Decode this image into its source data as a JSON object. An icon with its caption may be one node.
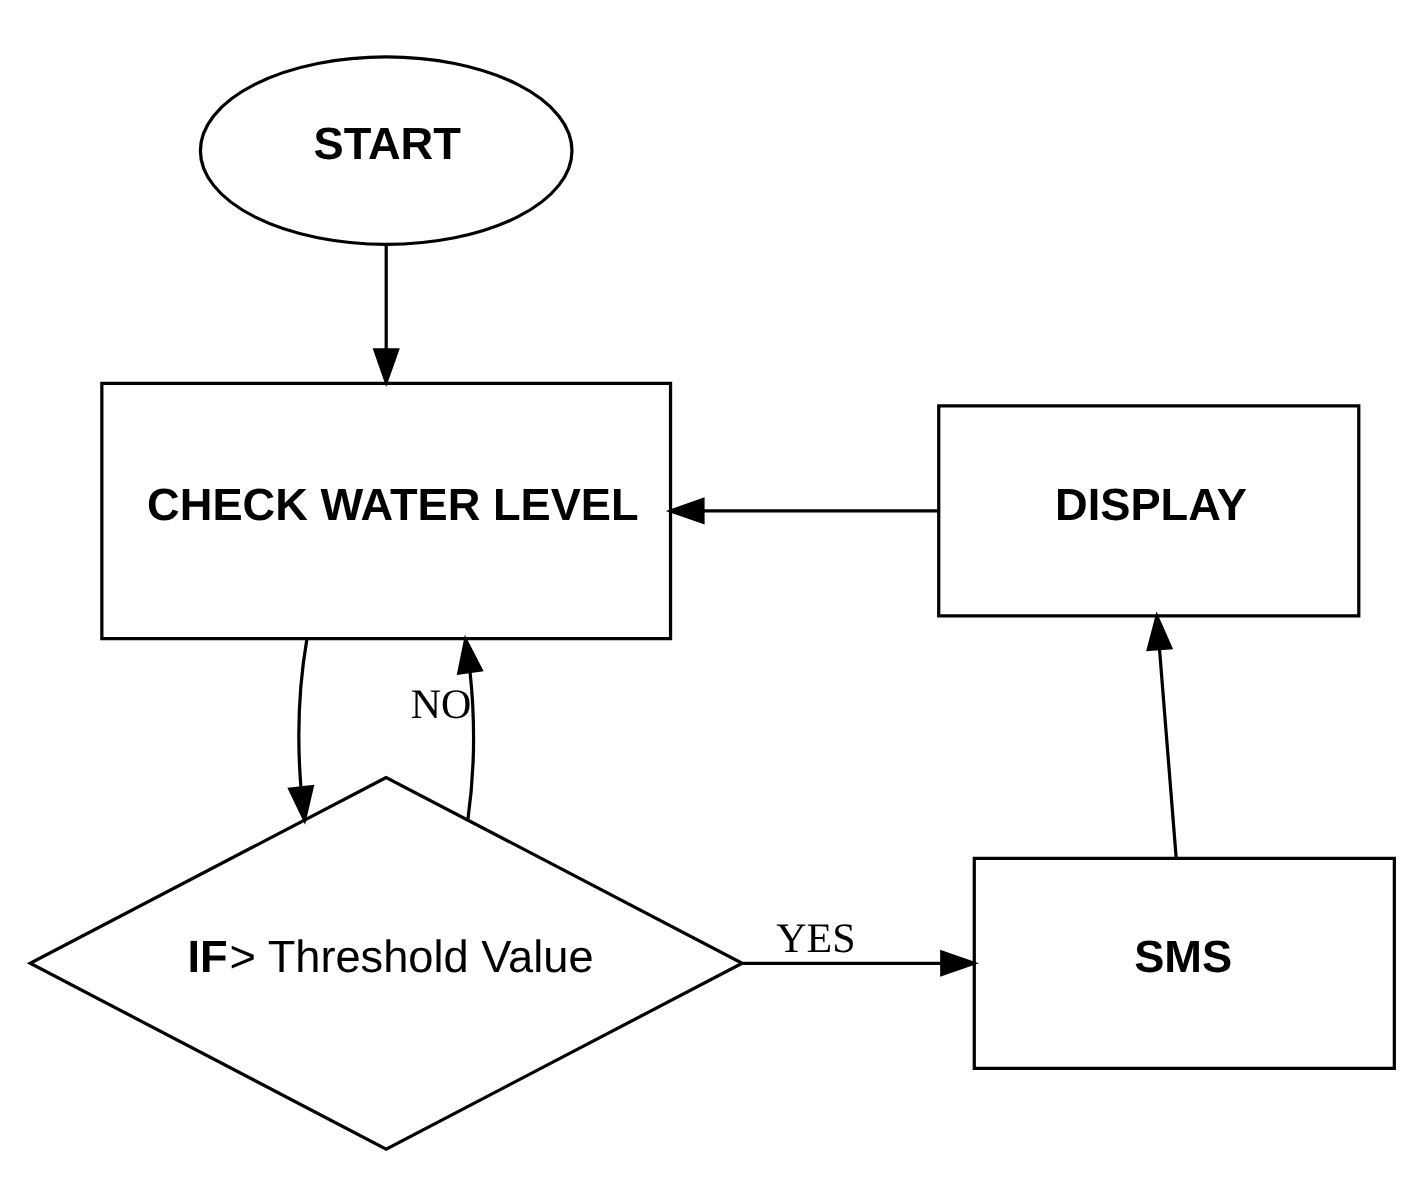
{
  "diagram": {
    "nodes": [
      {
        "text": [
          "START"
        ]
      },
      {
        "text": [
          "CHECK WATER LEVEL"
        ]
      },
      {
        "text": [
          "DISPLAY"
        ]
      },
      {
        "text": [
          "**IF**> Threshold Value"
        ]
      },
      {
        "text": [
          "SMS"
        ]
      }
    ],
    "edges": [
      {
        "from": 0,
        "to": 1,
        "arrow": "to"
      },
      {
        "from": 1,
        "to": 3,
        "arrow": "to"
      },
      {
        "from": 3,
        "to": 4,
        "arrow": "to",
        "label": "YES"
      },
      {
        "from": 4,
        "to": 2,
        "arrow": "to"
      },
      {
        "from": 2,
        "to": 1,
        "arrow": "to"
      },
      {
        "from": 3,
        "to": 1,
        "arrow": "to",
        "label": "NO"
      }
    ]
  }
}
